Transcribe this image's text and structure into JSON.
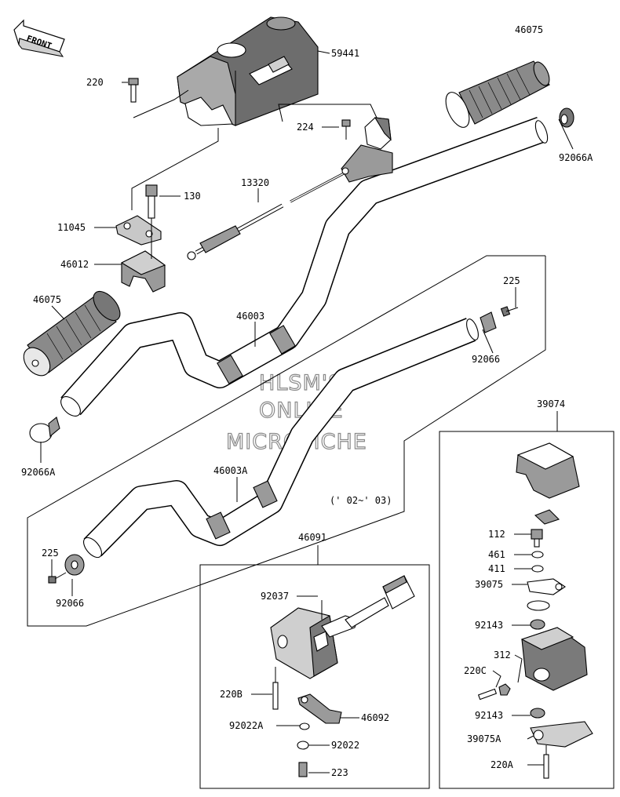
{
  "direction_marker": "FRONT",
  "watermark": [
    "HLSM'S",
    "ONLINE",
    "MICROFICHE"
  ],
  "year_note": "(' 02~' 03)",
  "labels": {
    "p59441": "59441",
    "p220": "220",
    "p224": "224",
    "p46075_top": "46075",
    "p92066A_top": "92066A",
    "p130": "130",
    "p13320": "13320",
    "p11045": "11045",
    "p46012": "46012",
    "p46075_left": "46075",
    "p46003": "46003",
    "p225_top": "225",
    "p92066_top": "92066",
    "p92066A_left": "92066A",
    "p39074": "39074",
    "p46003A": "46003A",
    "p225_bottom": "225",
    "p92066_bottom": "92066",
    "p46091": "46091",
    "p92037": "92037",
    "p220B": "220B",
    "p92022A": "92022A",
    "p46092": "46092",
    "p92022": "92022",
    "p223": "223",
    "p112": "112",
    "p461": "461",
    "p411": "411",
    "p39075": "39075",
    "p92143_top": "92143",
    "p312": "312",
    "p220C": "220C",
    "p92143_bottom": "92143",
    "p39075A": "39075A",
    "p220A": "220A"
  }
}
